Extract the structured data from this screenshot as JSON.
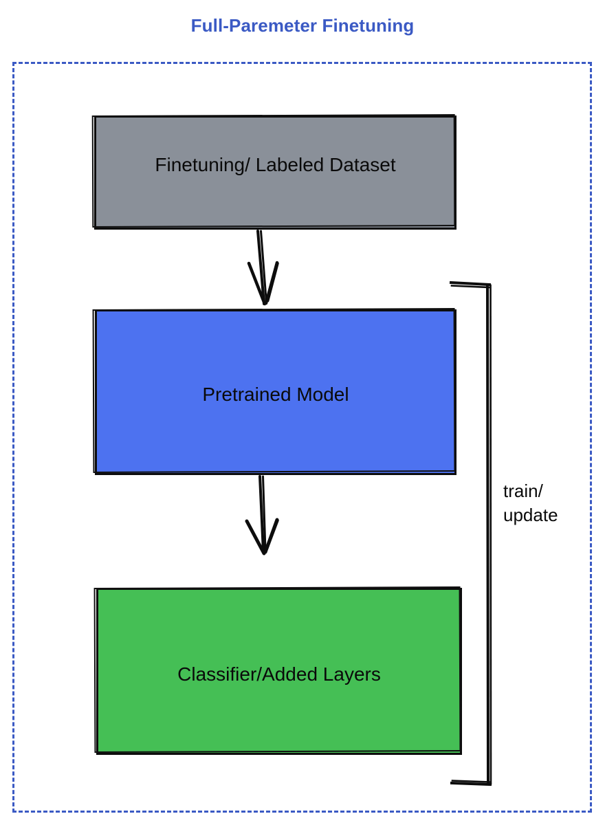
{
  "title": "Full-Paremeter Finetuning",
  "colors": {
    "title": "#3b5ac4",
    "container_border": "#3b5ac4",
    "dataset_fill": "#8a9099",
    "pretrained_fill": "#4d72f0",
    "classifier_fill": "#45bf55",
    "stroke": "#0d0d0d",
    "label_text": "#0a0a0a",
    "background": "#ffffff"
  },
  "nodes": [
    {
      "id": "dataset",
      "label": "Finetuning/ Labeled Dataset",
      "fill": "#8a9099"
    },
    {
      "id": "pretrained",
      "label": "Pretrained Model",
      "fill": "#4d72f0"
    },
    {
      "id": "classifier",
      "label": "Classifier/Added Layers",
      "fill": "#45bf55"
    }
  ],
  "connectors": {
    "arrow_dataset_to_pretrained": {
      "from": "dataset",
      "to": "pretrained",
      "style": "hand-drawn-arrow",
      "direction": "down"
    },
    "arrow_pretrained_to_classifier": {
      "from": "pretrained",
      "to": "classifier",
      "style": "hand-drawn-arrow",
      "direction": "down"
    },
    "feedback_bracket": {
      "from": "classifier",
      "to": "pretrained",
      "style": "hand-drawn-bracket",
      "side": "right"
    }
  },
  "loop_label": {
    "line1": "train/",
    "line2": "update"
  },
  "chart_data": {
    "type": "diagram",
    "title": "Full-Paremeter Finetuning",
    "flow": [
      "Finetuning/ Labeled Dataset",
      "Pretrained Model",
      "Classifier/Added Layers"
    ],
    "feedback_edge_label": "train/ update"
  }
}
